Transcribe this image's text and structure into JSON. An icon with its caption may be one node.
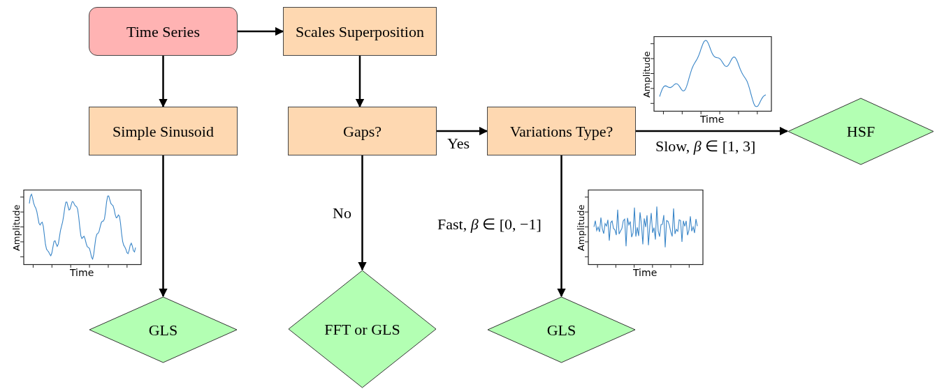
{
  "diagram": {
    "nodes": [
      {
        "text": [
          "Time Series"
        ]
      },
      {
        "text": [
          "Scales Superposition"
        ]
      },
      {
        "text": [
          "Simple Sinusoid"
        ]
      },
      {
        "text": [
          "Gaps?"
        ]
      },
      {
        "text": [
          "Variations Type?"
        ]
      },
      {
        "text": [
          "HSF"
        ]
      },
      {
        "text": [
          "GLS"
        ]
      },
      {
        "text": [
          "FFT or GLS"
        ]
      },
      {
        "text": [
          "GLS"
        ]
      }
    ],
    "edges": [
      {
        "from": 0,
        "to": 1,
        "arrow": "to"
      },
      {
        "from": 0,
        "to": 2,
        "arrow": "to"
      },
      {
        "from": 1,
        "to": 3,
        "arrow": "to"
      },
      {
        "from": 3,
        "to": 4,
        "arrow": "to",
        "label": "Yes"
      },
      {
        "from": 4,
        "to": 5,
        "arrow": "to",
        "label": "Slow, *β* ∈ [1, 3]"
      },
      {
        "from": 2,
        "to": 6,
        "arrow": "to"
      },
      {
        "from": 3,
        "to": 7,
        "arrow": "to",
        "label": "No"
      },
      {
        "from": 4,
        "to": 8,
        "arrow": "to",
        "label": "Fast, *β* ∈ [0, −1]"
      }
    ],
    "labels": [
      "Amplitude",
      "Time",
      "Amplitude",
      "Time",
      "Amplitude",
      "Time"
    ]
  }
}
